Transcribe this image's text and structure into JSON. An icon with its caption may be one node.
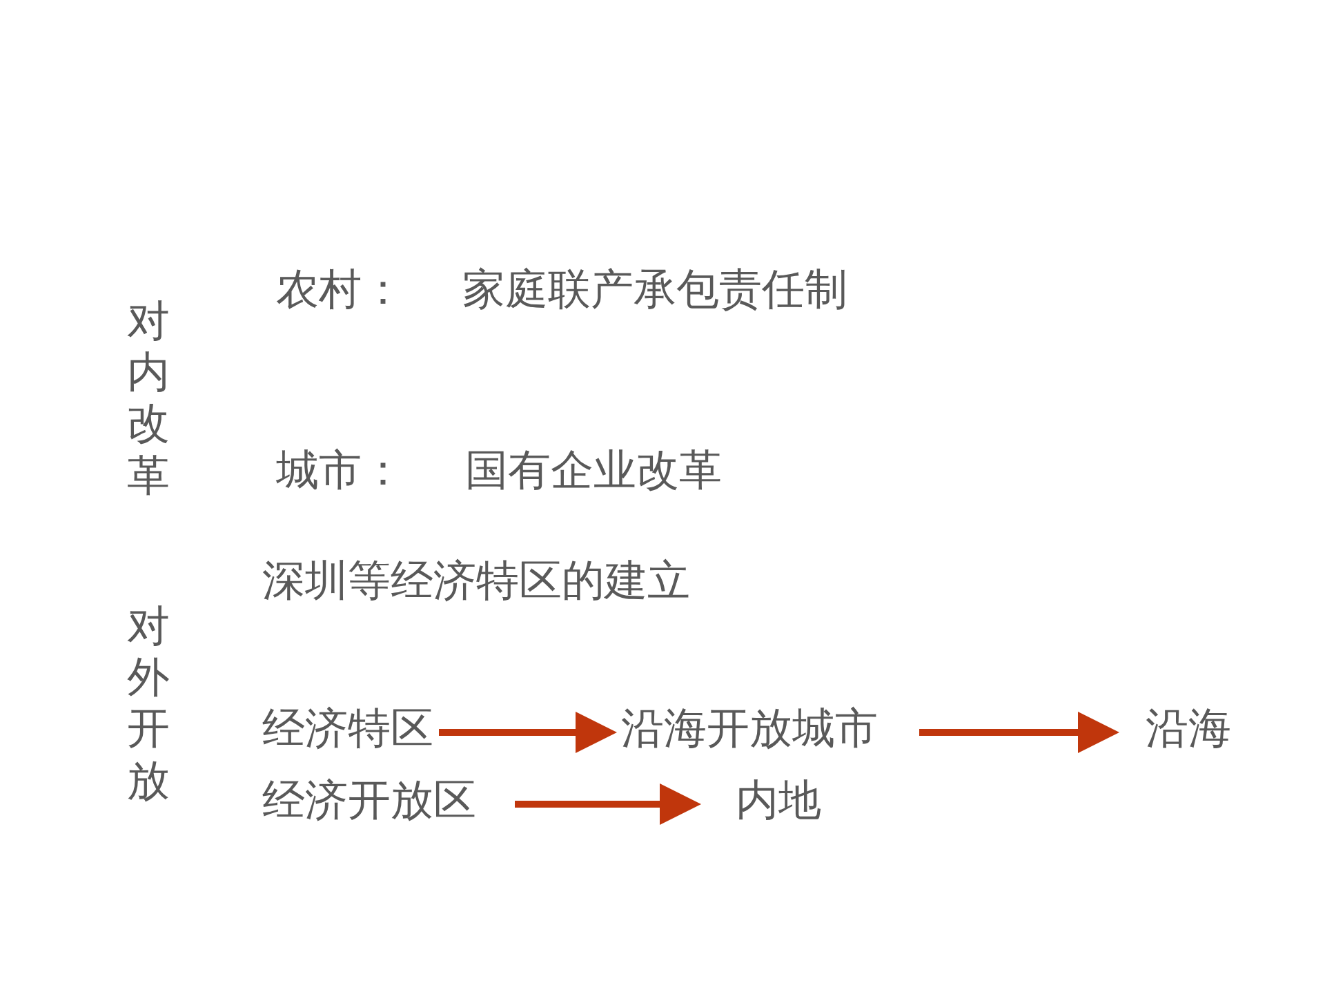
{
  "diagram": {
    "nodes": [
      {
        "text": [
          "经济特区"
        ]
      },
      {
        "text": [
          "沿海开放城市"
        ]
      },
      {
        "text": [
          "沿海"
        ]
      },
      {
        "text": [
          "经济开放区"
        ]
      },
      {
        "text": [
          "内地"
        ]
      }
    ],
    "edges": [
      {
        "from": 0,
        "to": 1,
        "arrow": "to"
      },
      {
        "from": 1,
        "to": 2,
        "arrow": "to"
      },
      {
        "from": 3,
        "to": 4,
        "arrow": "to"
      }
    ],
    "labels": [
      "对内改革",
      "农村：",
      "家庭联产承包责任制",
      "城市：",
      "国有企业改革",
      "对外开放",
      "深圳等经济特区的建立"
    ]
  }
}
